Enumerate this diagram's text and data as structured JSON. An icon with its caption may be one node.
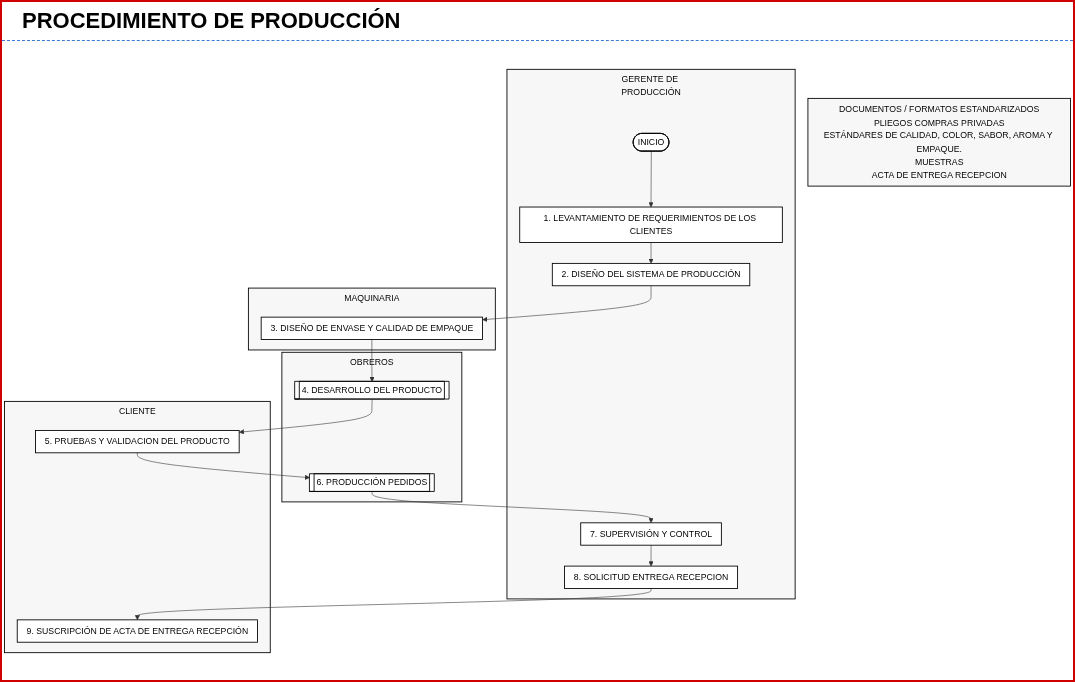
{
  "diagram": {
    "title": "PROCEDIMIENTO DE PRODUCCIÓN",
    "nodes": [
      {
        "text": [
          "GERENTE DE PRODUCCIÓN"
        ]
      },
      {
        "text": [
          "MAQUINARIA"
        ]
      },
      {
        "text": [
          "OBREROS"
        ]
      },
      {
        "text": [
          "CLIENTE"
        ]
      },
      {
        "text": [
          "DOCUMENTOS / FORMATOS ESTANDARIZADOS",
          "PLIEGOS COMPRAS PRIVADAS",
          "ESTÁNDARES DE CALIDAD, COLOR, SABOR, AROMA Y EMPAQUE.",
          "MUESTRAS",
          "ACTA DE ENTREGA RECEPCION"
        ]
      },
      {
        "text": [
          "INICIO"
        ],
        "in": 0
      },
      {
        "text": [
          "1. LEVANTAMIENTO DE REQUERIMIENTOS DE LOS CLIENTES"
        ],
        "in": 0
      },
      {
        "text": [
          "4. DESARROLLO DEL PRODUCTO"
        ],
        "in": 2
      },
      {
        "text": [
          "2. DISEÑO DEL SISTEMA DE PRODUCCIÓN"
        ],
        "in": 0
      },
      {
        "text": [
          "3. DISEÑO DE ENVASE Y CALIDAD DE EMPAQUE"
        ],
        "in": 1
      },
      {
        "text": [
          "5. PRUEBAS Y VALIDACION DEL PRODUCTO"
        ],
        "in": 3
      },
      {
        "text": [
          "6. PRODUCCIÓN PEDIDOS"
        ],
        "in": 2
      },
      {
        "text": [
          "7. SUPERVISIÓN Y CONTROL"
        ],
        "in": 0
      },
      {
        "text": [
          "8. SOLICITUD ENTREGA RECEPCION"
        ],
        "in": 0
      },
      {
        "text": [
          "9. SUSCRIPCIÓN DE ACTA DE ENTREGA RECEPCIÓN"
        ],
        "in": 3
      }
    ],
    "edges": [
      {
        "from": 5,
        "to": 6,
        "arrow": "to"
      },
      {
        "from": 6,
        "to": 8,
        "arrow": "to"
      },
      {
        "from": 8,
        "to": 9,
        "arrow": "to"
      },
      {
        "from": 9,
        "to": 7,
        "arrow": "to"
      },
      {
        "from": 7,
        "to": 10,
        "arrow": "to"
      },
      {
        "from": 10,
        "to": 11,
        "arrow": "to"
      },
      {
        "from": 11,
        "to": 12,
        "arrow": "to"
      },
      {
        "from": 12,
        "to": 13,
        "arrow": "to"
      },
      {
        "from": 13,
        "to": 14,
        "arrow": "to"
      }
    ]
  }
}
